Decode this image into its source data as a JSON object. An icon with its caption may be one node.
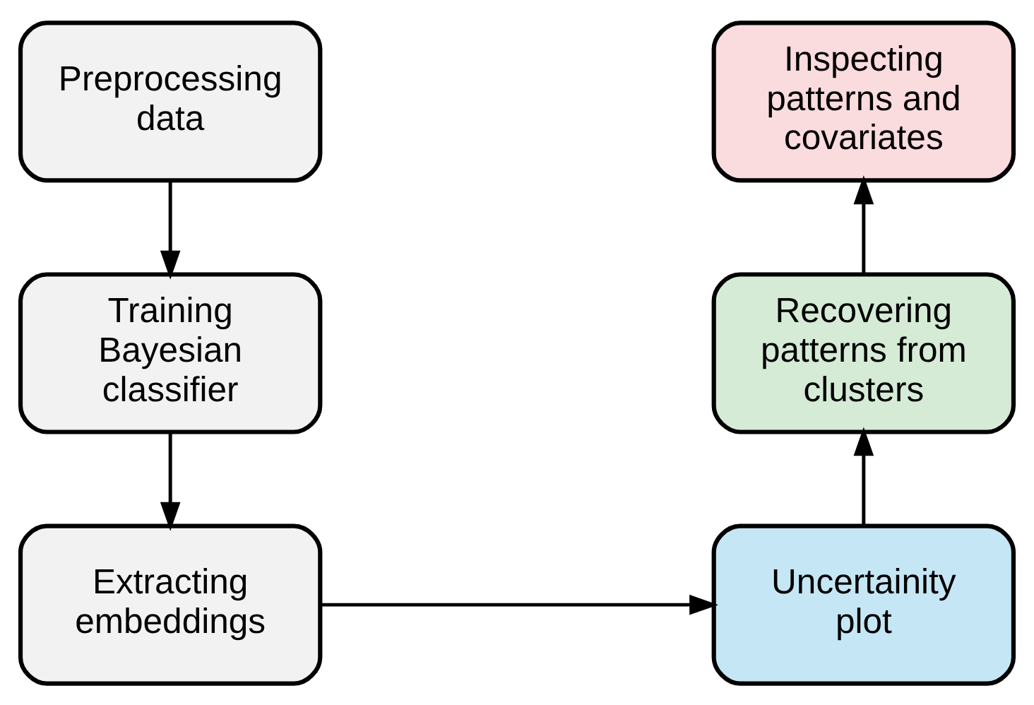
{
  "diagram": {
    "nodes": [
      {
        "text": [
          "Preprocessing data"
        ]
      },
      {
        "text": [
          "Training Bayesian classifier"
        ]
      },
      {
        "text": [
          "Extracting embeddings"
        ]
      },
      {
        "text": [
          "Uncertainity plot"
        ]
      },
      {
        "text": [
          "Recovering patterns from clusters"
        ]
      },
      {
        "text": [
          "Inspecting patterns and covariates"
        ]
      }
    ],
    "edges": [
      {
        "from": 0,
        "to": 1,
        "arrow": "to"
      },
      {
        "from": 1,
        "to": 2,
        "arrow": "to"
      },
      {
        "from": 2,
        "to": 3,
        "arrow": "to"
      },
      {
        "from": 3,
        "to": 4,
        "arrow": "to"
      },
      {
        "from": 4,
        "to": 5,
        "arrow": "to"
      }
    ]
  }
}
